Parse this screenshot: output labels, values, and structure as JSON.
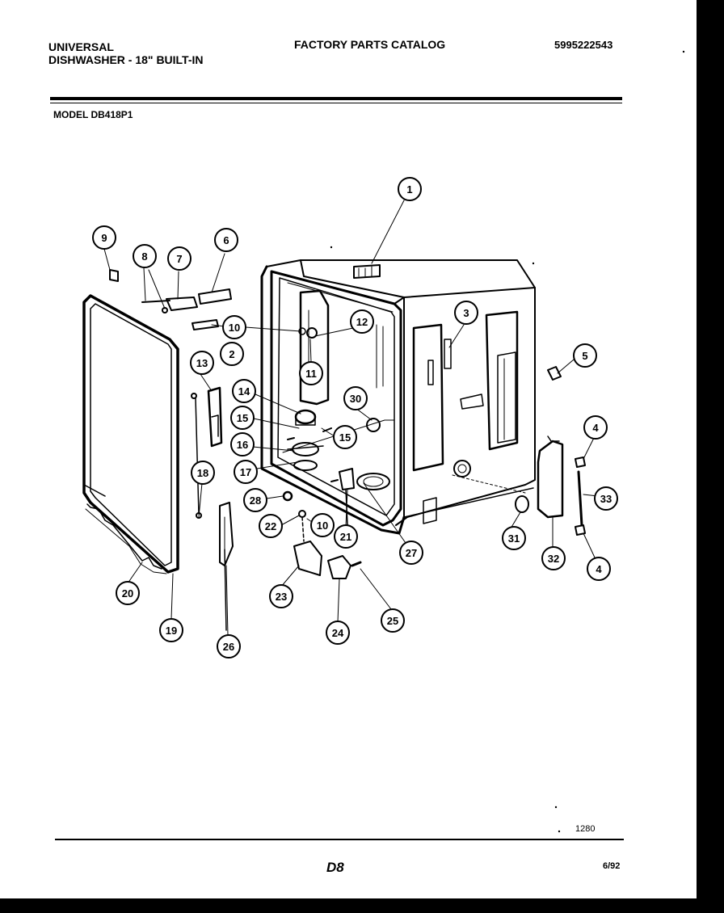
{
  "header": {
    "brand": "UNIVERSAL",
    "product": "DISHWASHER - 18\" BUILT-IN",
    "catalog": "FACTORY PARTS CATALOG",
    "part_number": "5995222543"
  },
  "model": "MODEL DB418P1",
  "footer": {
    "drawing_number": "1280",
    "page_id": "D8",
    "date": "6/92"
  },
  "callouts": [
    {
      "id": "callout-1",
      "label": "1"
    },
    {
      "id": "callout-2",
      "label": "2"
    },
    {
      "id": "callout-3",
      "label": "3"
    },
    {
      "id": "callout-4a",
      "label": "4"
    },
    {
      "id": "callout-4b",
      "label": "4"
    },
    {
      "id": "callout-5",
      "label": "5"
    },
    {
      "id": "callout-6",
      "label": "6"
    },
    {
      "id": "callout-7",
      "label": "7"
    },
    {
      "id": "callout-8",
      "label": "8"
    },
    {
      "id": "callout-9",
      "label": "9"
    },
    {
      "id": "callout-10a",
      "label": "10"
    },
    {
      "id": "callout-10b",
      "label": "10"
    },
    {
      "id": "callout-11",
      "label": "11"
    },
    {
      "id": "callout-12",
      "label": "12"
    },
    {
      "id": "callout-13",
      "label": "13"
    },
    {
      "id": "callout-14",
      "label": "14"
    },
    {
      "id": "callout-15a",
      "label": "15"
    },
    {
      "id": "callout-15b",
      "label": "15"
    },
    {
      "id": "callout-16",
      "label": "16"
    },
    {
      "id": "callout-17",
      "label": "17"
    },
    {
      "id": "callout-18",
      "label": "18"
    },
    {
      "id": "callout-19",
      "label": "19"
    },
    {
      "id": "callout-20",
      "label": "20"
    },
    {
      "id": "callout-21",
      "label": "21"
    },
    {
      "id": "callout-22",
      "label": "22"
    },
    {
      "id": "callout-23",
      "label": "23"
    },
    {
      "id": "callout-24",
      "label": "24"
    },
    {
      "id": "callout-25",
      "label": "25"
    },
    {
      "id": "callout-26",
      "label": "26"
    },
    {
      "id": "callout-27",
      "label": "27"
    },
    {
      "id": "callout-28",
      "label": "28"
    },
    {
      "id": "callout-30",
      "label": "30"
    },
    {
      "id": "callout-31",
      "label": "31"
    },
    {
      "id": "callout-32",
      "label": "32"
    },
    {
      "id": "callout-33",
      "label": "33"
    }
  ]
}
